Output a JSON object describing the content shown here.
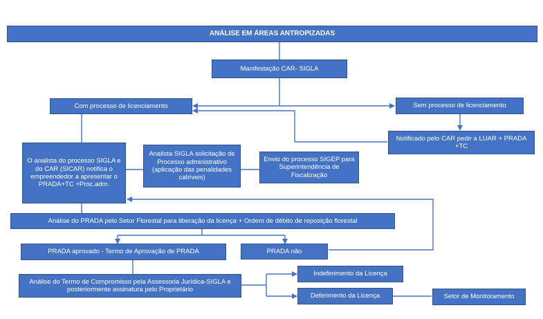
{
  "diagram": {
    "title": "ANÁLISE EM ÁREAS ANTROPIZADAS",
    "nodes": {
      "manifestacao": "Manifestação CAR- SIGLA",
      "com_processo": "Com processo de licenciamento",
      "sem_processo": "Sem processo de licenciamento",
      "notificado": "Notificado pelo CAR pedir a LUAR + PRADA +TC",
      "analista_processo": "O analista do processo SIGLA e do CAR (SICAR) notifica o empreendedor a apresentar o PRADA+TC +Proc.adm.",
      "analista_sigla": "Analista SIGLA solicitação de Processo administrativo (aplicação das penalidades cabíveis)",
      "envio_sigep": "Envio do processo SIGEP para Superintendência de Fiscalização",
      "analise_prada": "Análise do PRADA pelo Setor Florestal para liberação da licença + Ordem de débito de reposição florestal",
      "prada_aprovado": "PRADA aprovado - Termo de Aprovação de PRADA",
      "prada_nao": "PRADA não",
      "analise_termo": "Análise do Termo de Compromisso pela Assessoria Jurídica-SIGLA e posteriormente assinatura pelo Proprietário",
      "indeferimento": "Indeferimento da Licença",
      "deferimento": "Deferimento da Licença",
      "monitoramento": "Setor de Monitoramento"
    },
    "colors": {
      "box_fill": "#4472c4",
      "box_border": "#2f528f",
      "connector": "#4472c4"
    }
  }
}
